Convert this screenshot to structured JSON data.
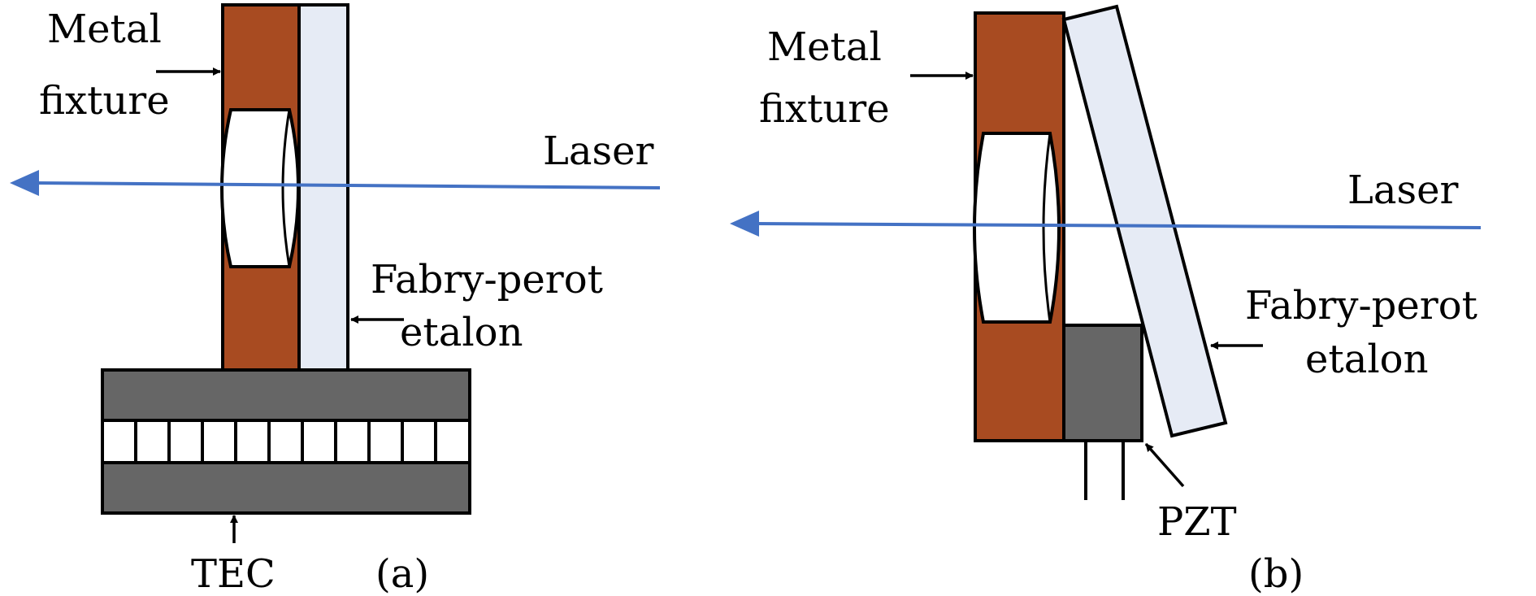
{
  "panel_a": {
    "tag": "(a)",
    "metal_fixture_line1": "Metal",
    "metal_fixture_line2": "fixture",
    "laser": "Laser",
    "etalon_line1": "Fabry-perot",
    "etalon_line2": "etalon",
    "tec": "TEC"
  },
  "panel_b": {
    "tag": "(b)",
    "metal_fixture_line1": "Metal",
    "metal_fixture_line2": "fixture",
    "laser": "Laser",
    "etalon_line1": "Fabry-perot",
    "etalon_line2": "etalon",
    "pzt": "PZT"
  },
  "colors": {
    "metal": "#a84b21",
    "etalon": "#e6ebf5",
    "tec_plate": "#666666",
    "pzt": "#666666",
    "laser": "#4472c4"
  }
}
